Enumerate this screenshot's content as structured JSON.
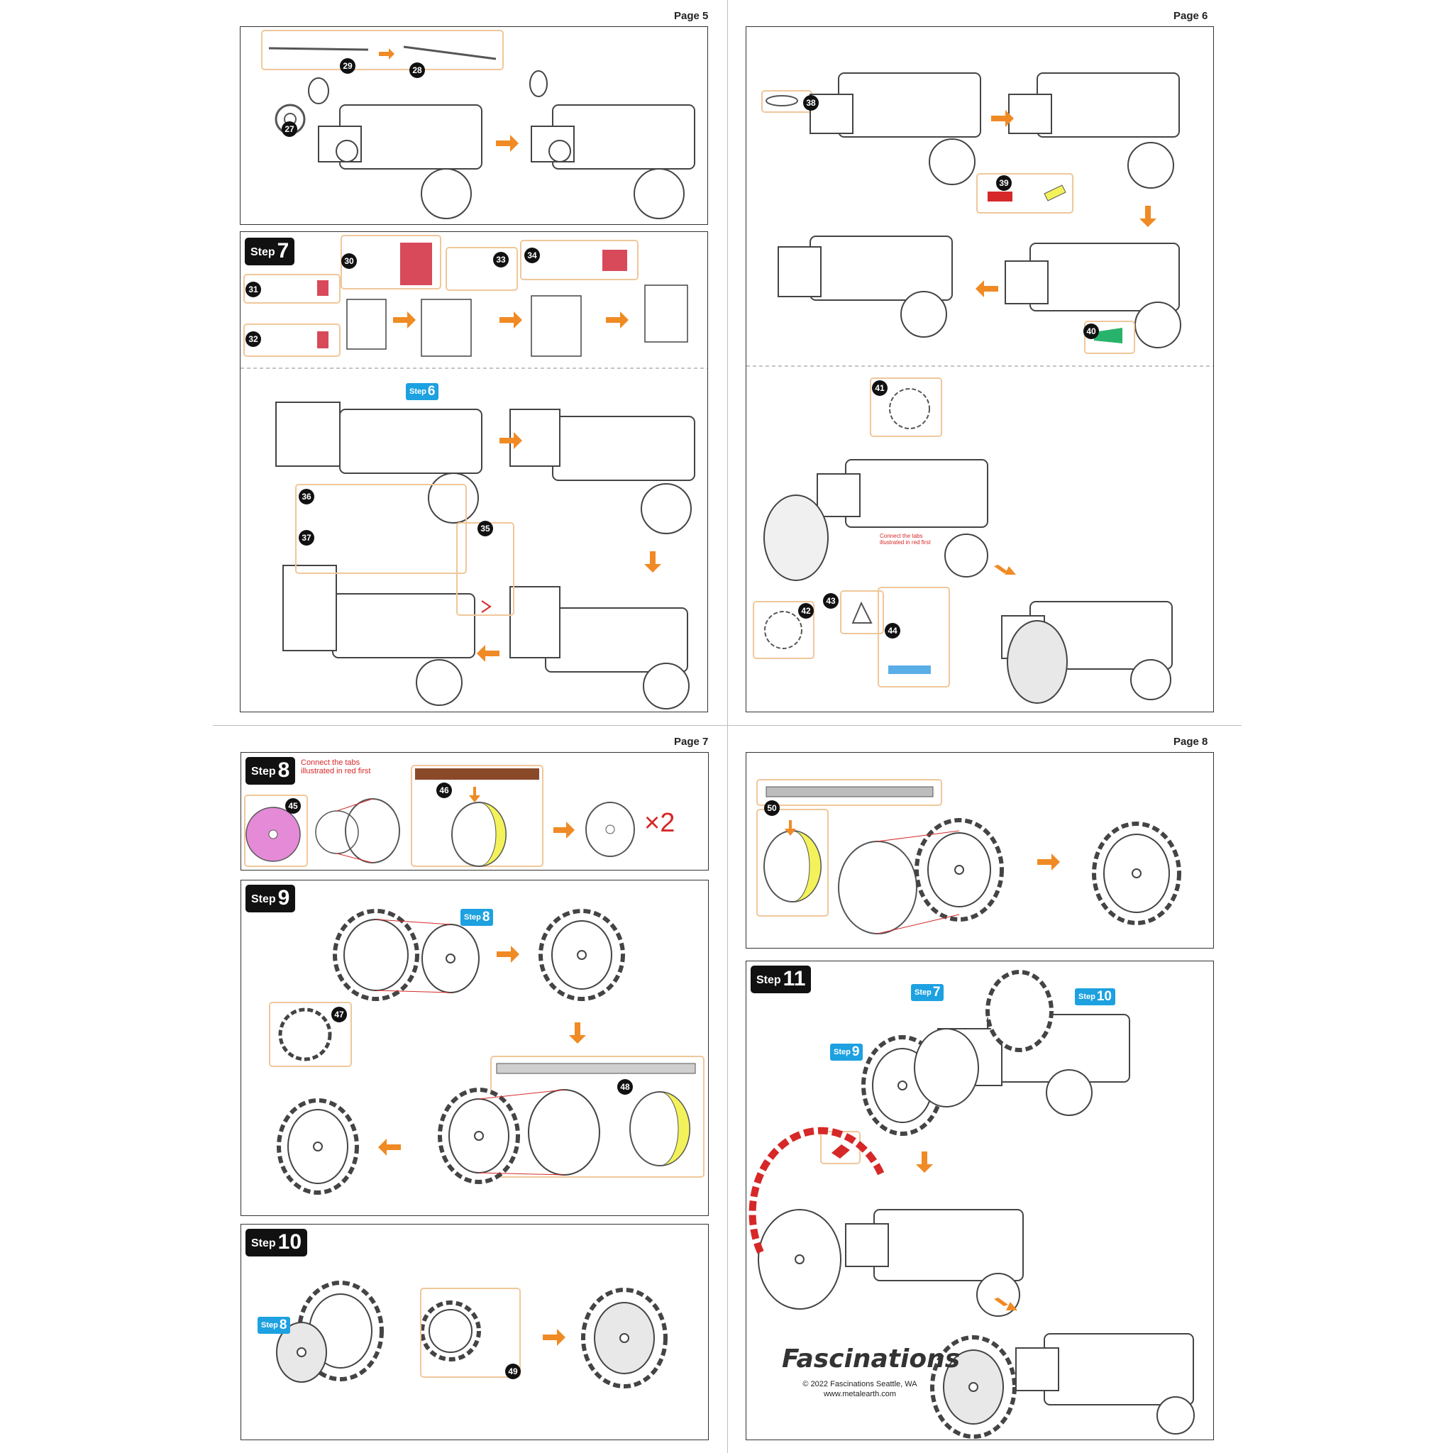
{
  "pages": [
    "Page 5",
    "Page 6",
    "Page 7",
    "Page 8"
  ],
  "steps": {
    "s7": {
      "word": "Step",
      "num": "7"
    },
    "s8": {
      "word": "Step",
      "num": "8"
    },
    "s9": {
      "word": "Step",
      "num": "9"
    },
    "s10": {
      "word": "Step",
      "num": "10"
    },
    "s11": {
      "word": "Step",
      "num": "11"
    }
  },
  "refs": {
    "step6": {
      "word": "Step",
      "num": "6"
    },
    "step8a": {
      "word": "Step",
      "num": "8"
    },
    "step8b": {
      "word": "Step",
      "num": "8"
    },
    "step7": {
      "word": "Step",
      "num": "7"
    },
    "step9": {
      "word": "Step",
      "num": "9"
    },
    "step10": {
      "word": "Step",
      "num": "10"
    }
  },
  "parts": [
    "27",
    "28",
    "29",
    "30",
    "31",
    "32",
    "33",
    "34",
    "35",
    "36",
    "37",
    "38",
    "39",
    "40",
    "41",
    "42",
    "43",
    "44",
    "45",
    "46",
    "47",
    "48",
    "49",
    "50"
  ],
  "notes": {
    "step8_note": "Connect the tabs illustrated in red first",
    "page6_note": "Connect the tabs illustrated in red first",
    "multiplier": "×2"
  },
  "footer": {
    "brand": "Fascinations",
    "copyright": "© 2022 Fascinations Seattle, WA",
    "url": "www.metalearth.com"
  },
  "colors": {
    "arrow": "#f08a24",
    "tag": "#1da1e0",
    "highlight_red": "#d62828",
    "yellow": "#f3f25a",
    "pink": "#e48ad6",
    "green": "#27b36b",
    "callout": "#f0c79a"
  }
}
